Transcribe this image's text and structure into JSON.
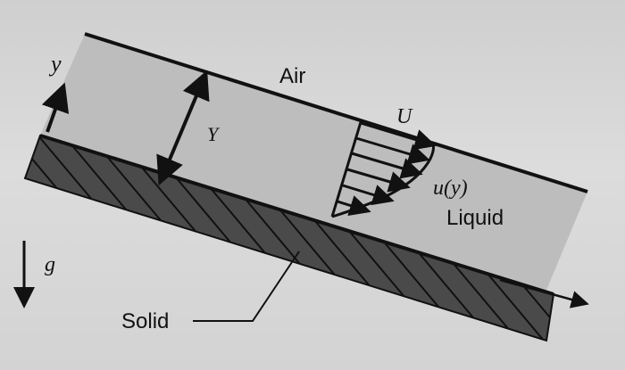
{
  "labels": {
    "air": "Air",
    "liquid": "Liquid",
    "solid": "Solid",
    "y_axis": "y",
    "film_thickness": "Y",
    "surface_velocity": "U",
    "velocity_profile": "u(y)",
    "gravity": "g"
  },
  "colors": {
    "background": "#d6d6d6",
    "liquid_fill": "#bdbdbd",
    "solid_fill": "#3a3a3a",
    "hatch": "#111111",
    "line": "#111111"
  },
  "icons": {
    "gravity_arrow": "arrow-down-icon",
    "y_axis_arrow": "arrow-up-icon",
    "velocity_arrows": "arrow-right-icon"
  }
}
